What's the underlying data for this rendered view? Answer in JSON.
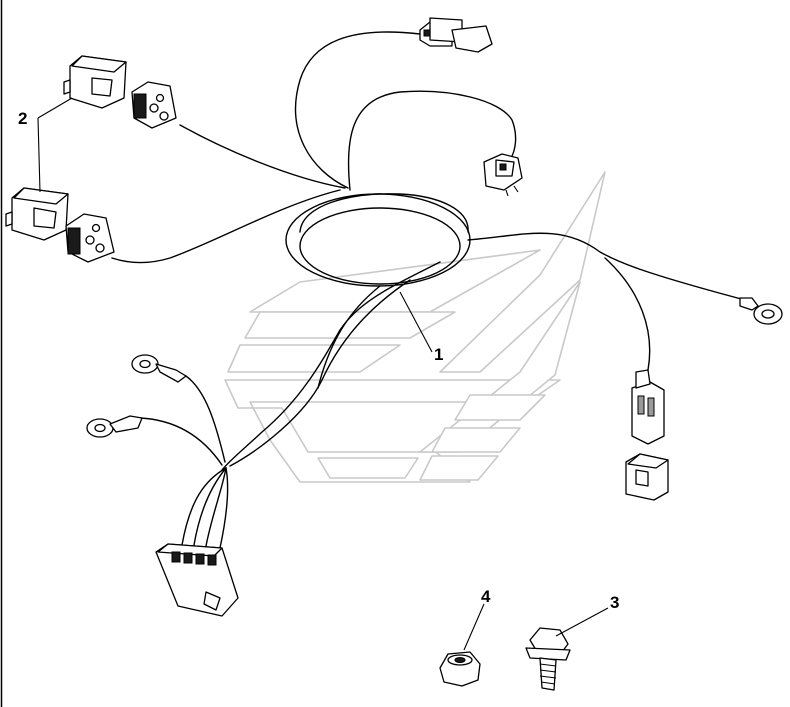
{
  "callouts": [
    {
      "id": "callout-1",
      "label": "1"
    },
    {
      "id": "callout-2",
      "label": "2"
    },
    {
      "id": "callout-3",
      "label": "3"
    },
    {
      "id": "callout-4",
      "label": "4"
    }
  ],
  "colors": {
    "line": "#000000",
    "watermark": "#c9c9c9",
    "background": "#ffffff"
  }
}
